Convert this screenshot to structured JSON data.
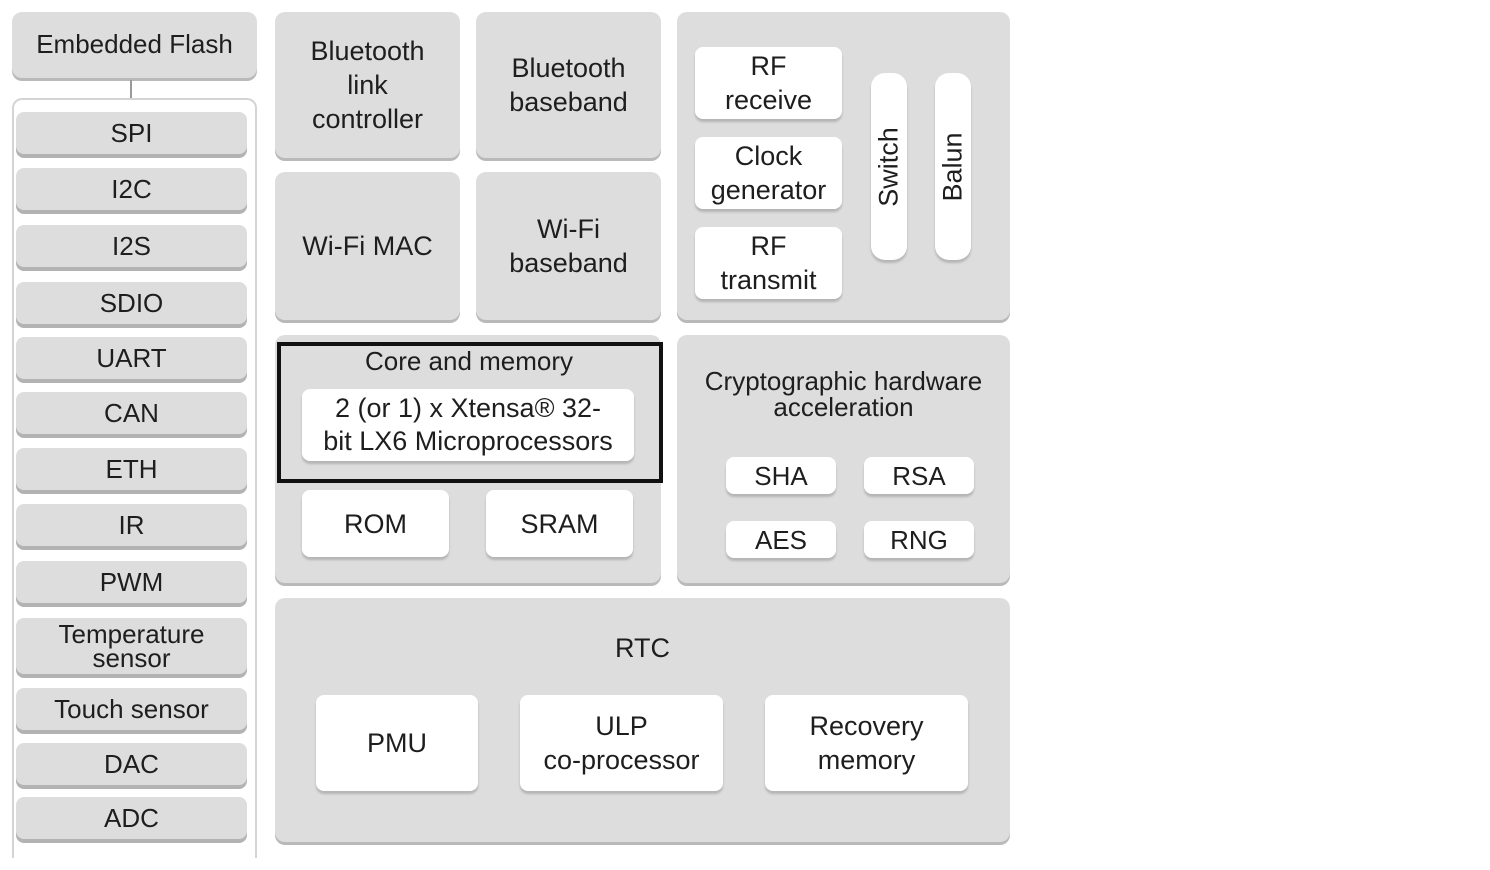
{
  "left_column": {
    "embedded_flash": "Embedded Flash",
    "peripherals": [
      "SPI",
      "I2C",
      "I2S",
      "SDIO",
      "UART",
      "CAN",
      "ETH",
      "IR",
      "PWM",
      "Temperature\nsensor",
      "Touch sensor",
      "DAC",
      "ADC"
    ]
  },
  "radio": {
    "bt_link_controller": "Bluetooth\nlink\ncontroller",
    "bt_baseband": "Bluetooth\nbaseband",
    "wifi_mac": "Wi-Fi MAC",
    "wifi_baseband": "Wi-Fi\nbaseband",
    "rf_receive": "RF\nreceive",
    "clock_generator": "Clock\ngenerator",
    "rf_transmit": "RF\ntransmit",
    "switch": "Switch",
    "balun": "Balun"
  },
  "core": {
    "title": "Core and memory",
    "processor": "2 (or 1) x Xtensa® 32-\nbit LX6 Microprocessors",
    "rom": "ROM",
    "sram": "SRAM"
  },
  "crypto": {
    "title": "Cryptographic hardware\nacceleration",
    "sha": "SHA",
    "rsa": "RSA",
    "aes": "AES",
    "rng": "RNG"
  },
  "rtc": {
    "title": "RTC",
    "pmu": "PMU",
    "ulp": "ULP\nco-processor",
    "recovery": "Recovery\nmemory"
  }
}
